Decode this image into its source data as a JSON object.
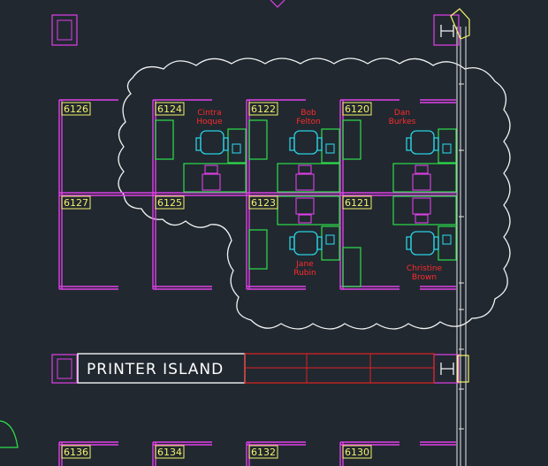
{
  "cubicles": [
    {
      "id": "6126"
    },
    {
      "id": "6124"
    },
    {
      "id": "6122"
    },
    {
      "id": "6120"
    },
    {
      "id": "6127"
    },
    {
      "id": "6125"
    },
    {
      "id": "6123"
    },
    {
      "id": "6121"
    },
    {
      "id": "6136"
    },
    {
      "id": "6134"
    },
    {
      "id": "6132"
    },
    {
      "id": "6130"
    }
  ],
  "occupants": [
    {
      "line1": "Cintra",
      "line2": "Hoque"
    },
    {
      "line1": "Bob",
      "line2": "Felton"
    },
    {
      "line1": "Dan",
      "line2": "Burkes"
    },
    {
      "line1": "Jane",
      "line2": "Rubin"
    },
    {
      "line1": "Christine",
      "line2": "Brown"
    }
  ],
  "printer_island": {
    "label": "PRINTER ISLAND"
  },
  "colors": {
    "background": "#212830",
    "partition": "#e040e8",
    "furniture": "#2ee04a",
    "chair": "#2ad0e0",
    "label": "#f4f26a",
    "annotation": "#ff2b2b",
    "revision_cloud": "#f2f2f2"
  }
}
